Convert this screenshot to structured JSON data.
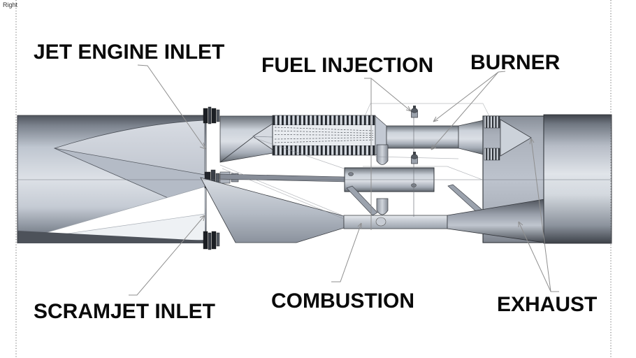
{
  "view_label": "Right",
  "callouts": [
    {
      "id": "jet-engine-inlet",
      "text": "JET ENGINE INLET"
    },
    {
      "id": "fuel-injection",
      "text": "FUEL INJECTION"
    },
    {
      "id": "burner",
      "text": "BURNER"
    },
    {
      "id": "scramjet-inlet",
      "text": "SCRAMJET INLET"
    },
    {
      "id": "combustion",
      "text": "COMBUSTION"
    },
    {
      "id": "exhaust",
      "text": "EXHAUST"
    }
  ],
  "colors": {
    "background": "#ffffff",
    "label_text": "#0a0a0a",
    "leader_line": "#8f8f8f",
    "section_plane_line": "#666666",
    "metal_light": "#dde1e7",
    "metal_mid": "#b6bcc6",
    "metal_dark": "#4a4e56"
  }
}
